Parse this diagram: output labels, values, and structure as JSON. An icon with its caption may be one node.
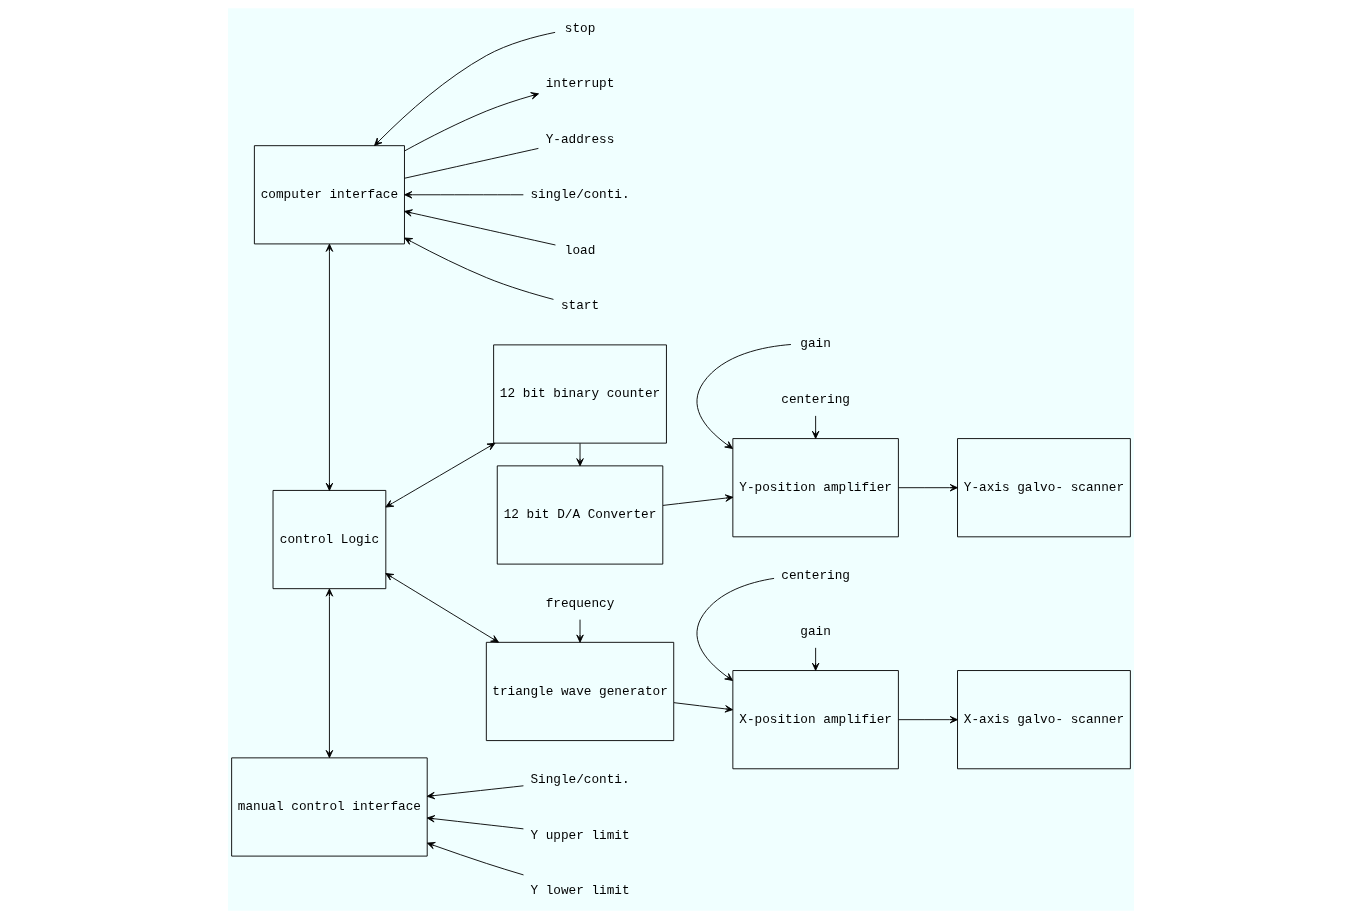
{
  "diagram": {
    "nodes": [
      {
        "text": [
          "computer interface"
        ]
      },
      {
        "text": [
          "triangle wave generator"
        ]
      },
      {
        "text": [
          "X-position amplifier"
        ]
      },
      {
        "text": [
          "X-axis galvo- scanner"
        ]
      },
      {
        "text": [
          "control Logic"
        ]
      },
      {
        "text": [
          "12 bit binary counter"
        ]
      },
      {
        "text": [
          "manual control interface"
        ]
      },
      {
        "text": [
          "12 bit D/A Converter"
        ]
      },
      {
        "text": [
          "Y-position amplifier"
        ]
      },
      {
        "text": [
          "Y-axis galvo- scanner"
        ]
      },
      {
        "text": [
          "Y-address"
        ]
      },
      {
        "text": [
          "interrupt"
        ]
      },
      {
        "text": [
          "single/conti."
        ]
      },
      {
        "text": [
          "load"
        ]
      },
      {
        "text": [
          "start"
        ]
      },
      {
        "text": [
          "stop"
        ]
      },
      {
        "text": [
          "frequency"
        ]
      },
      {
        "text": [
          "gain"
        ]
      },
      {
        "text": [
          "centering"
        ]
      },
      {
        "text": [
          "gain"
        ]
      },
      {
        "text": [
          "centering"
        ]
      },
      {
        "text": [
          "Y upper limit"
        ]
      },
      {
        "text": [
          "Y lower limit"
        ]
      },
      {
        "text": [
          "Single/conti."
        ]
      }
    ],
    "edges": [
      {
        "from": 10,
        "to": 0,
        "arrow": "none"
      },
      {
        "from": 0,
        "to": 11,
        "arrow": "to"
      },
      {
        "from": 12,
        "to": 0,
        "arrow": "to"
      },
      {
        "from": 13,
        "to": 0,
        "arrow": "to"
      },
      {
        "from": 14,
        "to": 0,
        "arrow": "to"
      },
      {
        "from": 15,
        "to": 0,
        "arrow": "to"
      },
      {
        "from": 0,
        "to": 4,
        "arrow": "both"
      },
      {
        "from": 4,
        "to": 1,
        "arrow": "both"
      },
      {
        "from": 4,
        "to": 5,
        "arrow": "both"
      },
      {
        "from": 4,
        "to": 6,
        "arrow": "both"
      },
      {
        "from": 16,
        "to": 1,
        "arrow": "to"
      },
      {
        "from": 1,
        "to": 2,
        "arrow": "to"
      },
      {
        "from": 17,
        "to": 2,
        "arrow": "to"
      },
      {
        "from": 18,
        "to": 2,
        "arrow": "to"
      },
      {
        "from": 2,
        "to": 3,
        "arrow": "to"
      },
      {
        "from": 5,
        "to": 7,
        "arrow": "to"
      },
      {
        "from": 7,
        "to": 8,
        "arrow": "to"
      },
      {
        "from": 19,
        "to": 8,
        "arrow": "to"
      },
      {
        "from": 20,
        "to": 8,
        "arrow": "to"
      },
      {
        "from": 8,
        "to": 9,
        "arrow": "to"
      },
      {
        "from": 21,
        "to": 6,
        "arrow": "to"
      },
      {
        "from": 22,
        "to": 6,
        "arrow": "to"
      },
      {
        "from": 23,
        "to": 6,
        "arrow": "to"
      }
    ]
  }
}
